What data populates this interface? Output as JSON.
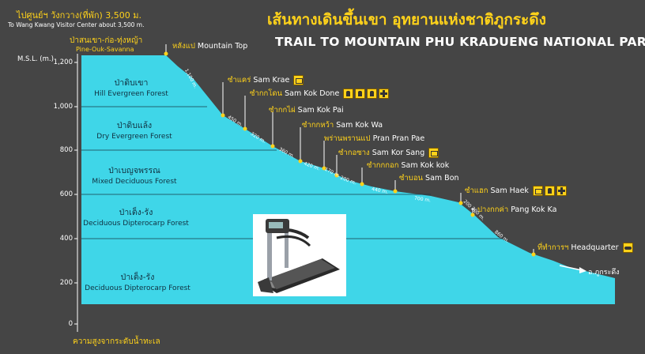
{
  "title_th": "เส้นทางเดินขึ้นเขา อุทยานแห่งชาติภูกระดึง",
  "title_en": "TRAIL TO MOUNTAIN PHU KRADUENG NATIONAL PARK",
  "top_note": {
    "th": "ไปศูนย์ฯ วังกวาง(ที่พัก) 3,500 ม.",
    "en": "To Wang Kwang Visitor Center about 3,500 m."
  },
  "top_zone": {
    "th": "ป่าสนเขา-ก่อ-ทุ่งหญ้า",
    "en": "Pine-Ouk-Savanna"
  },
  "peak": {
    "th": "หลังแป",
    "en": "Mountain Top"
  },
  "axis": {
    "label": "M.S.L. (m.)",
    "ticks": [
      "1,200",
      "1,000",
      "800",
      "600",
      "400",
      "200",
      "0"
    ],
    "bottom_label": "ความสูงจากระดับน้ำทะเล"
  },
  "zones": [
    {
      "th": "ป่าดิบเขา",
      "en": "Hill Evergreen Forest"
    },
    {
      "th": "ป่าดิบแล้ง",
      "en": "Dry Evergreen Forest"
    },
    {
      "th": "ป่าเบญจพรรณ",
      "en": "Mixed Deciduous Forest"
    },
    {
      "th": "ป่าเต็ง-รัง",
      "en": "Deciduous Dipterocarp Forest"
    },
    {
      "th": "ป่าเต็ง-รัง",
      "en": "Deciduous Dipterocarp Forest"
    }
  ],
  "stations": [
    {
      "th": "ซำแคร่",
      "en": "Sam Krae",
      "icons": [
        "shop-icon"
      ]
    },
    {
      "th": "ซำกกโดน",
      "en": "Sam Kok Done",
      "icons": [
        "toilet-icon",
        "toilet-icon",
        "toilet-icon",
        "first-aid-icon"
      ]
    },
    {
      "th": "ซำกกไผ่",
      "en": "Sam Kok Pai",
      "icons": []
    },
    {
      "th": "ซำกกหว้า",
      "en": "Sam Kok Wa",
      "icons": []
    },
    {
      "th": "พร่านพรานแป",
      "en": "Pran Pran Pae",
      "icons": []
    },
    {
      "th": "ซำกอซาง",
      "en": "Sam Kor Sang",
      "icons": [
        "shop-icon"
      ]
    },
    {
      "th": "ซำกกกอก",
      "en": "Sam Kok kok",
      "icons": []
    },
    {
      "th": "ซำบอน",
      "en": "Sam Bon",
      "icons": []
    },
    {
      "th": "ซำแฮก",
      "en": "Sam Haek",
      "icons": [
        "shop-icon",
        "toilet-icon",
        "first-aid-icon"
      ]
    },
    {
      "th": "ปางกกค่า",
      "en": "Pang Kok Ka",
      "icons": []
    },
    {
      "th": "ที่ทำการฯ",
      "en": "Headquarter",
      "icons": [
        "car-icon"
      ]
    }
  ],
  "distances": [
    "1,100 m.",
    "450 m.",
    "320 m.",
    "360 m.",
    "420 m.",
    "170 m.",
    "200 m.",
    "440 m.",
    "700 m.",
    "200 m.",
    "200 m.",
    "860 m."
  ],
  "exit": "อ.ภูกระดึง",
  "colors": {
    "water": "#3fd6e8",
    "accent": "#ffd21a",
    "background": "#454545"
  }
}
